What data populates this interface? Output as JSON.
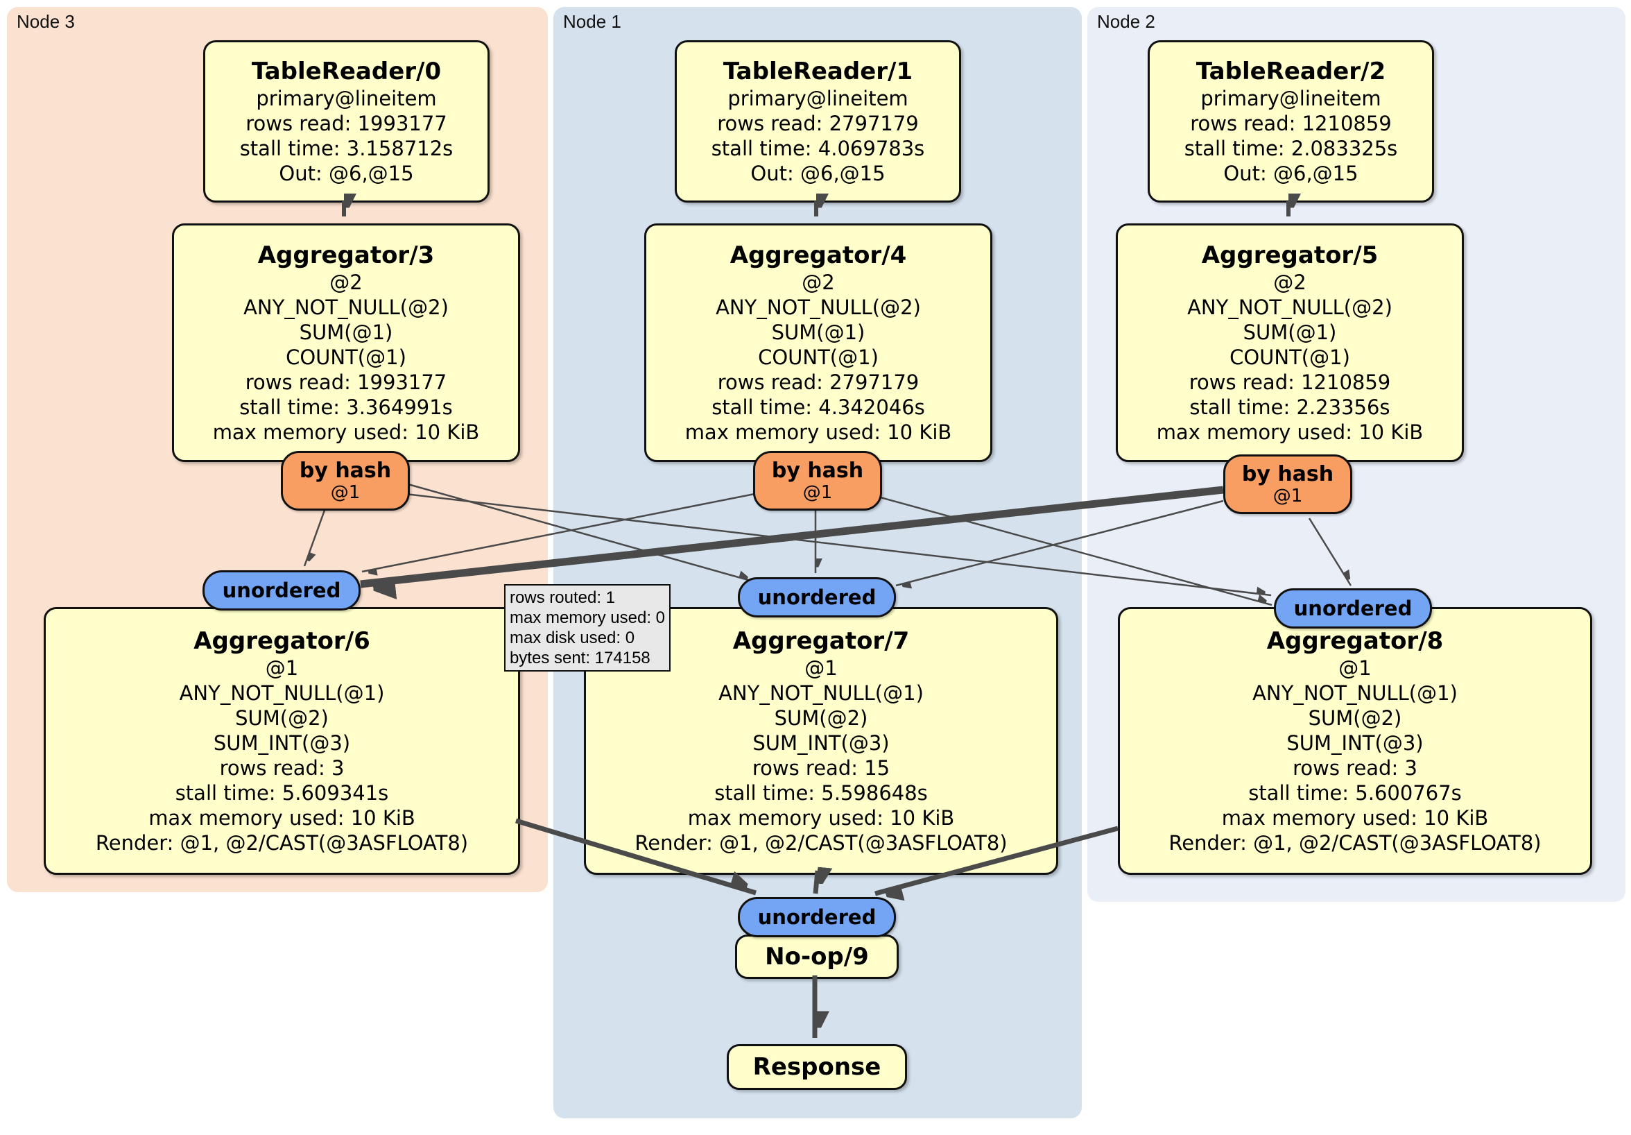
{
  "panels": {
    "node3": "Node 3",
    "node1": "Node 1",
    "node2": "Node 2"
  },
  "processors": {
    "tr0": {
      "title": "TableReader/0",
      "lines": [
        "primary@lineitem",
        "rows read: 1993177",
        "stall time: 3.158712s",
        "Out: @6,@15"
      ]
    },
    "tr1": {
      "title": "TableReader/1",
      "lines": [
        "primary@lineitem",
        "rows read: 2797179",
        "stall time: 4.069783s",
        "Out: @6,@15"
      ]
    },
    "tr2": {
      "title": "TableReader/2",
      "lines": [
        "primary@lineitem",
        "rows read: 1210859",
        "stall time: 2.083325s",
        "Out: @6,@15"
      ]
    },
    "agg3": {
      "title": "Aggregator/3",
      "lines": [
        "@2",
        "ANY_NOT_NULL(@2)",
        "SUM(@1)",
        "COUNT(@1)",
        "rows read: 1993177",
        "stall time: 3.364991s",
        "max memory used: 10 KiB"
      ]
    },
    "agg4": {
      "title": "Aggregator/4",
      "lines": [
        "@2",
        "ANY_NOT_NULL(@2)",
        "SUM(@1)",
        "COUNT(@1)",
        "rows read: 2797179",
        "stall time: 4.342046s",
        "max memory used: 10 KiB"
      ]
    },
    "agg5": {
      "title": "Aggregator/5",
      "lines": [
        "@2",
        "ANY_NOT_NULL(@2)",
        "SUM(@1)",
        "COUNT(@1)",
        "rows read: 1210859",
        "stall time: 2.23356s",
        "max memory used: 10 KiB"
      ]
    },
    "agg6": {
      "title": "Aggregator/6",
      "lines": [
        "@1",
        "ANY_NOT_NULL(@1)",
        "SUM(@2)",
        "SUM_INT(@3)",
        "rows read: 3",
        "stall time: 5.609341s",
        "max memory used: 10 KiB",
        "Render: @1, @2/CAST(@3ASFLOAT8)"
      ]
    },
    "agg7": {
      "title": "Aggregator/7",
      "lines": [
        "@1",
        "ANY_NOT_NULL(@1)",
        "SUM(@2)",
        "SUM_INT(@3)",
        "rows read: 15",
        "stall time: 5.598648s",
        "max memory used: 10 KiB",
        "Render: @1, @2/CAST(@3ASFLOAT8)"
      ]
    },
    "agg8": {
      "title": "Aggregator/8",
      "lines": [
        "@1",
        "ANY_NOT_NULL(@1)",
        "SUM(@2)",
        "SUM_INT(@3)",
        "rows read: 3",
        "stall time: 5.600767s",
        "max memory used: 10 KiB",
        "Render: @1, @2/CAST(@3ASFLOAT8)"
      ]
    },
    "noop": {
      "title": "No-op/9"
    },
    "response": {
      "title": "Response"
    }
  },
  "routers": {
    "by_hash_label": "by hash",
    "by_hash_arg": "@1",
    "unordered_label": "unordered"
  },
  "stream_tooltip": {
    "lines": [
      "rows routed: 1",
      "max memory used: 0",
      "max disk used: 0",
      "bytes sent: 174158"
    ]
  },
  "colors": {
    "node3_bg": "#fbe1cf",
    "node1_bg": "#d5e2ee",
    "node2_bg": "#eaeef7",
    "processor_bg": "#ffffcb",
    "router_bg": "#f89e63",
    "stream_bg": "#74a4f4",
    "edge": "#4a4a4a",
    "tooltip_bg": "#e8e8e8"
  }
}
